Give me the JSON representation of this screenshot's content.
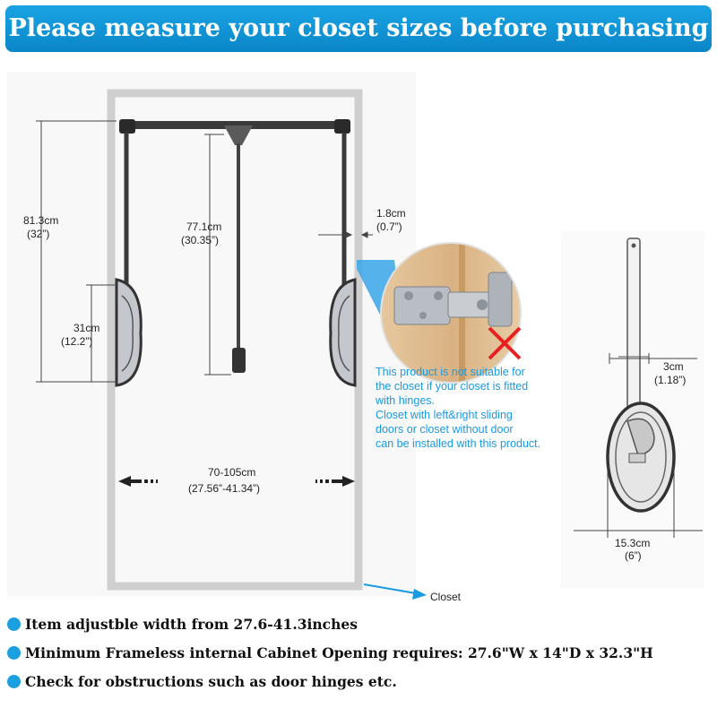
{
  "header": {
    "title": "Please measure your closet sizes before purchasing"
  },
  "diagram": {
    "total_height": {
      "cm": "81.3cm",
      "in": "(32”)"
    },
    "drop_height": {
      "cm": "77.1cm",
      "in": "(30.35”)"
    },
    "unit_height": {
      "cm": "31cm",
      "in": "(12.2”)"
    },
    "side_clearance": {
      "cm": "1.8cm",
      "in": "(0.7”)"
    },
    "width_range": {
      "cm": "70-105cm",
      "in": "(27.56”-41.34”)"
    },
    "side_depth": {
      "cm": "3cm",
      "in": "(1.18”)"
    },
    "side_width": {
      "cm": "15.3cm",
      "in": "(6”)"
    },
    "closet_label": "Closet",
    "hinge_note": [
      "This product is not suitable for",
      "the closet if your closet is fitted",
      "with hinges.",
      "Closet with left&right sliding",
      "doors or closet without  door",
      "can be installed with this product."
    ]
  },
  "bullets": [
    "Item adjustble width from 27.6-41.3inches",
    "Minimum Frameless internal Cabinet Opening requires: 27.6\"W x 14\"D x 32.3\"H",
    "Check for obstructions such as door hinges etc."
  ],
  "colors": {
    "accent": "#1aa0e0",
    "banner": "#0a8fd2",
    "closet_frame": "#d0d0d0",
    "rail": "#3a3a3a"
  }
}
